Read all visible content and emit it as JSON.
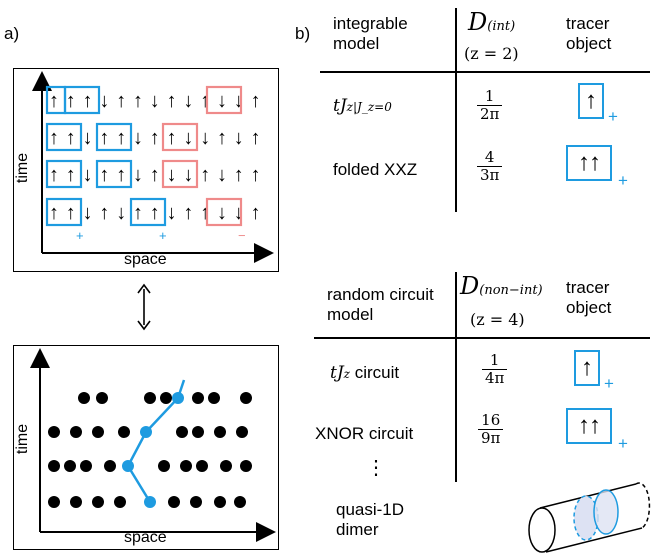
{
  "panel_a": {
    "label": "a)",
    "top_plot": {
      "xlabel": "space",
      "ylabel": "time",
      "rows": [
        "↑↑↑↓↑↑↓↑↓↑↓↓↑",
        "↑↑↓↑↑↓↑↑↓↓↑↓↑",
        "↑↑↓↑↑↓↑↓↓↑↓↑↑",
        "↑↑↓↑↓↑↑↓↑↑↓↓↑"
      ]
    },
    "bottom_plot": {
      "xlabel": "space",
      "ylabel": "time"
    },
    "arrow": "↕"
  },
  "panel_b": {
    "label": "b)",
    "table1": {
      "col1_header": "integrable model",
      "col2_header_main": "D",
      "col2_header_sub": "(int)",
      "col2_header_z": "(z = 2)",
      "col3_header": "tracer object",
      "rows": [
        {
          "model_main": "tJ",
          "model_sub": "z",
          "model_cond": "|J_z=0",
          "d_num": "1",
          "d_den": "2π",
          "tracer": "↑",
          "sign": "+"
        },
        {
          "model": "folded XXZ",
          "d_num": "4",
          "d_den": "3π",
          "tracer": "↑↑",
          "sign": "+"
        }
      ]
    },
    "table2": {
      "col1_header": "random circuit model",
      "col2_header_main": "D",
      "col2_header_sub": "(non−int)",
      "col2_header_z": "(z = 4)",
      "col3_header": "tracer object",
      "rows": [
        {
          "model_main": "tJ",
          "model_sub": "z",
          "model_suffix": "circuit",
          "d_num": "1",
          "d_den": "4π",
          "tracer": "↑",
          "sign": "+"
        },
        {
          "model": "XNOR circuit",
          "d_num": "16",
          "d_den": "9π",
          "tracer": "↑↑",
          "sign": "+"
        },
        {
          "model": "⋮"
        },
        {
          "model": "quasi-1D dimer"
        }
      ]
    }
  },
  "colors": {
    "blue": "#1e9be0",
    "red": "#ef8a8a",
    "black": "#000000"
  }
}
